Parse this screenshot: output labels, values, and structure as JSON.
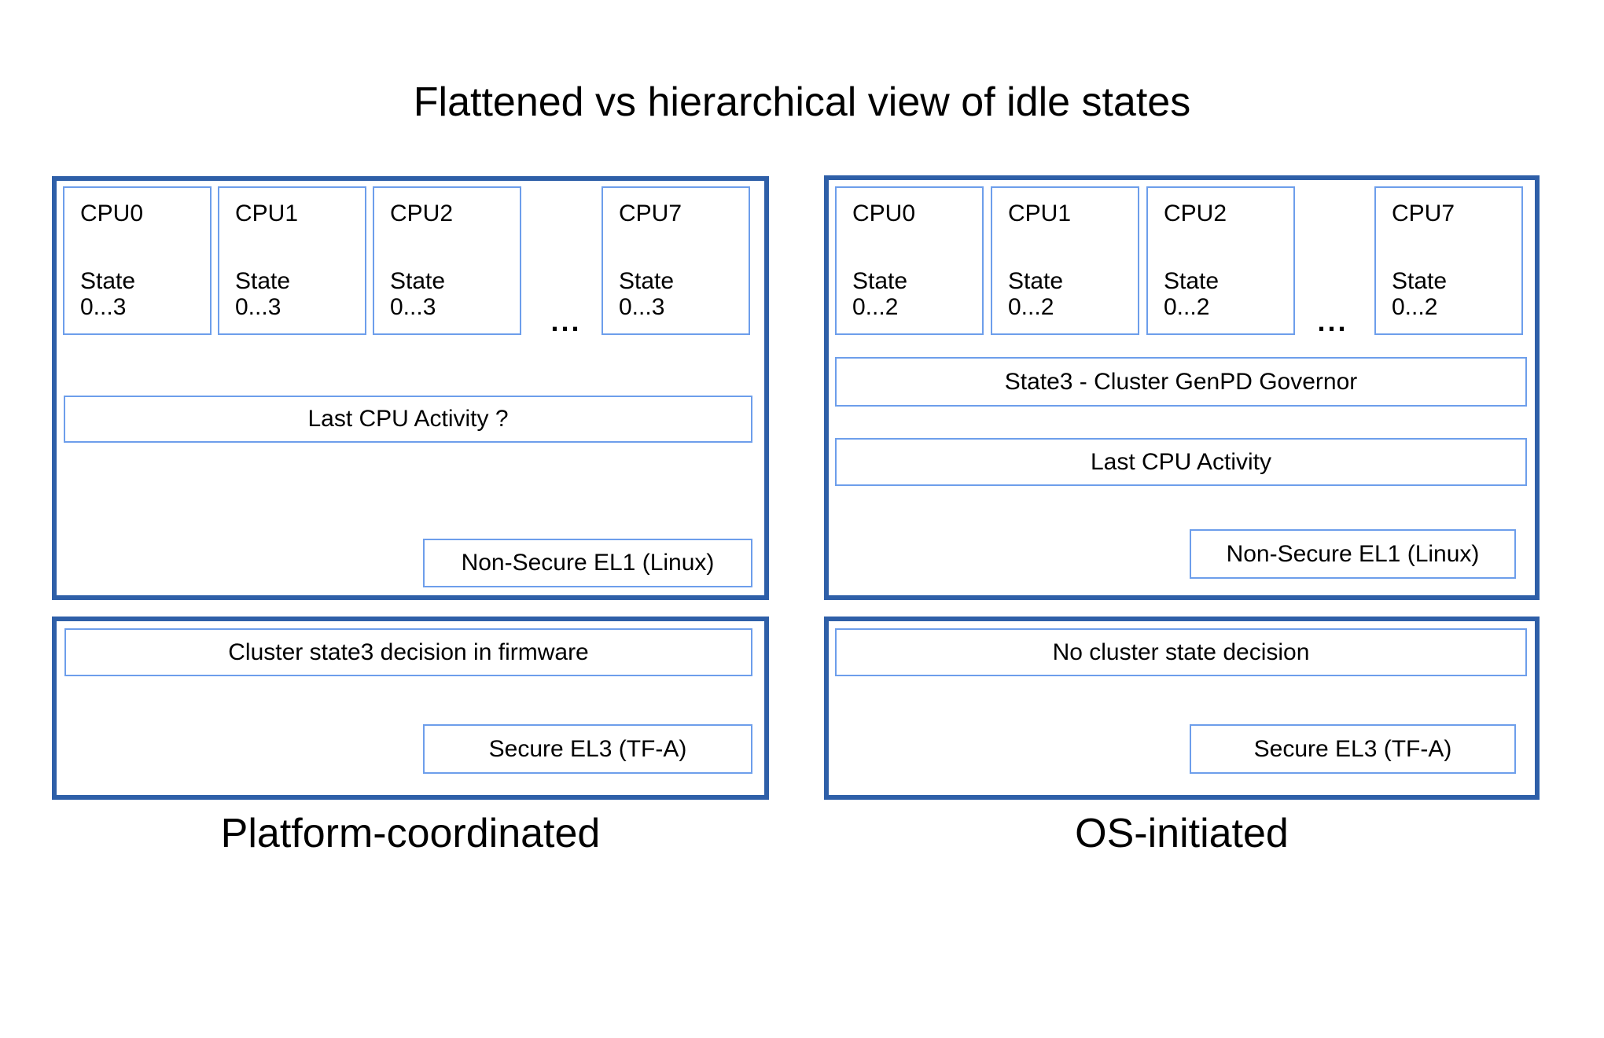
{
  "title": "Flattened vs hierarchical view of idle states",
  "colors": {
    "outer_border": "#2e5fa8",
    "inner_border": "#6d9eeb",
    "text": "#000000",
    "background": "#ffffff"
  },
  "panels": [
    {
      "label": "Platform-coordinated",
      "ellipsis": "...",
      "cpus": [
        {
          "name": "CPU0",
          "state": "State",
          "range": "0...3"
        },
        {
          "name": "CPU1",
          "state": "State",
          "range": "0...3"
        },
        {
          "name": "CPU2",
          "state": "State",
          "range": "0...3"
        },
        {
          "name": "CPU7",
          "state": "State",
          "range": "0...3"
        }
      ],
      "activity": "Last CPU Activity ?",
      "el1": "Non-Secure EL1 (Linux)",
      "decision": "Cluster state3 decision in firmware",
      "el3": "Secure EL3 (TF-A)"
    },
    {
      "label": "OS-initiated",
      "ellipsis": "...",
      "cpus": [
        {
          "name": "CPU0",
          "state": "State",
          "range": "0...2"
        },
        {
          "name": "CPU1",
          "state": "State",
          "range": "0...2"
        },
        {
          "name": "CPU2",
          "state": "State",
          "range": "0...2"
        },
        {
          "name": "CPU7",
          "state": "State",
          "range": "0...2"
        }
      ],
      "governor": "State3 - Cluster GenPD Governor",
      "activity": "Last CPU Activity",
      "el1": "Non-Secure EL1 (Linux)",
      "decision": "No cluster state decision",
      "el3": "Secure EL3 (TF-A)"
    }
  ]
}
